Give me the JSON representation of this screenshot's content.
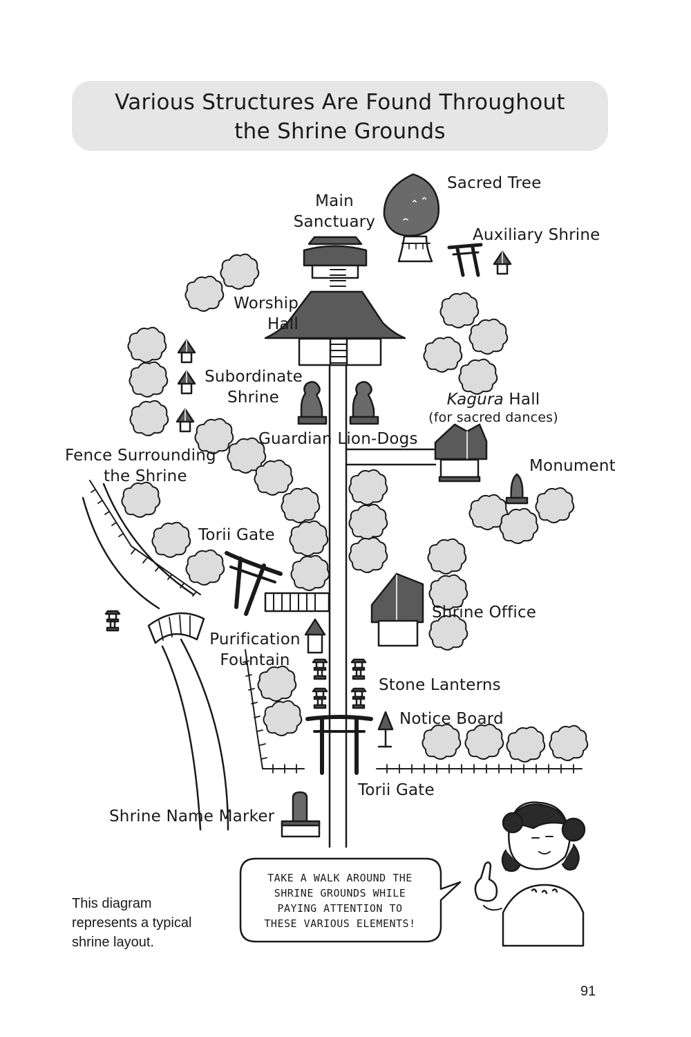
{
  "title": {
    "line1": "Various Structures Are Found Throughout",
    "line2": "the Shrine Grounds"
  },
  "labels": {
    "main_sanctuary": [
      "Main",
      "Sanctuary"
    ],
    "sacred_tree": "Sacred Tree",
    "auxiliary_shrine": "Auxiliary Shrine",
    "worship_hall": [
      "Worship",
      "Hall"
    ],
    "subordinate_shrine": [
      "Subordinate",
      "Shrine"
    ],
    "kagura_hall": {
      "italic": "Kagura",
      "rest": " Hall",
      "note": "(for sacred dances)"
    },
    "guardian_lion_dogs": "Guardian Lion-Dogs",
    "fence": [
      "Fence Surrounding",
      "the Shrine"
    ],
    "monument": "Monument",
    "torii_gate_inner": "Torii Gate",
    "shrine_office": "Shrine Office",
    "purification_fountain": [
      "Purification",
      "Fountain"
    ],
    "stone_lanterns": "Stone Lanterns",
    "notice_board": "Notice Board",
    "torii_gate_outer": "Torii Gate",
    "shrine_name_marker": "Shrine Name Marker"
  },
  "caption": [
    "This diagram",
    "represents a typical",
    "shrine layout."
  ],
  "speech": [
    "TAKE A WALK AROUND THE",
    "SHRINE GROUNDS WHILE",
    "PAYING ATTENTION TO",
    "THESE VARIOUS ELEMENTS!"
  ],
  "page_number": "91",
  "colors": {
    "ink": "#1a1a1a",
    "roof": "#5a5a5a",
    "tree": "#dcdcdc",
    "title_bg": "#e6e6e6"
  }
}
